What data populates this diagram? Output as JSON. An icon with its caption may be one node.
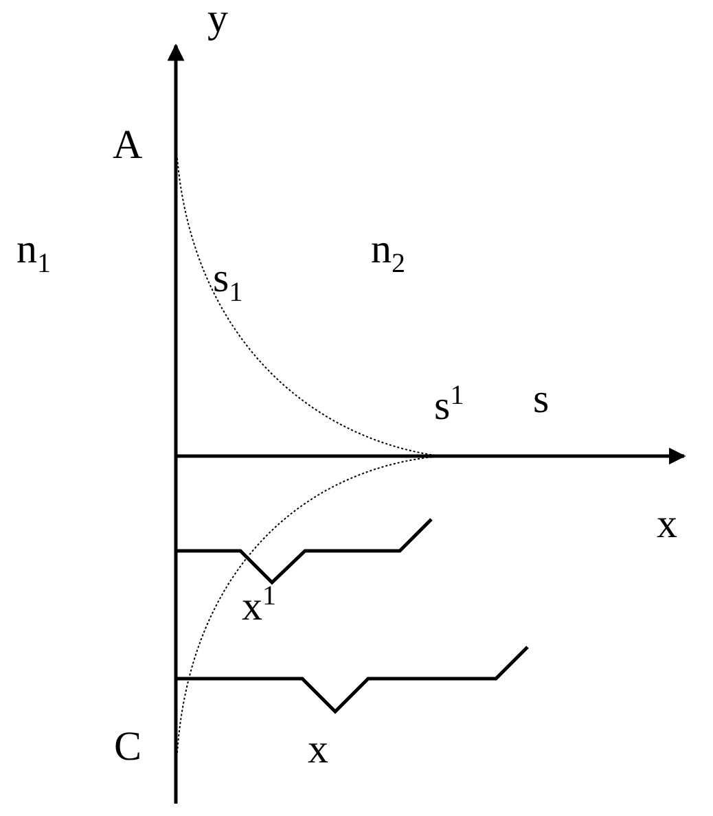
{
  "diagram": {
    "labels": [
      "y",
      "A",
      "n$_{1}$",
      "n$_{2}$",
      "s$_{1}$",
      "s$^{1}$",
      "s",
      "x",
      "x$^{1}$",
      "C",
      "x"
    ]
  }
}
